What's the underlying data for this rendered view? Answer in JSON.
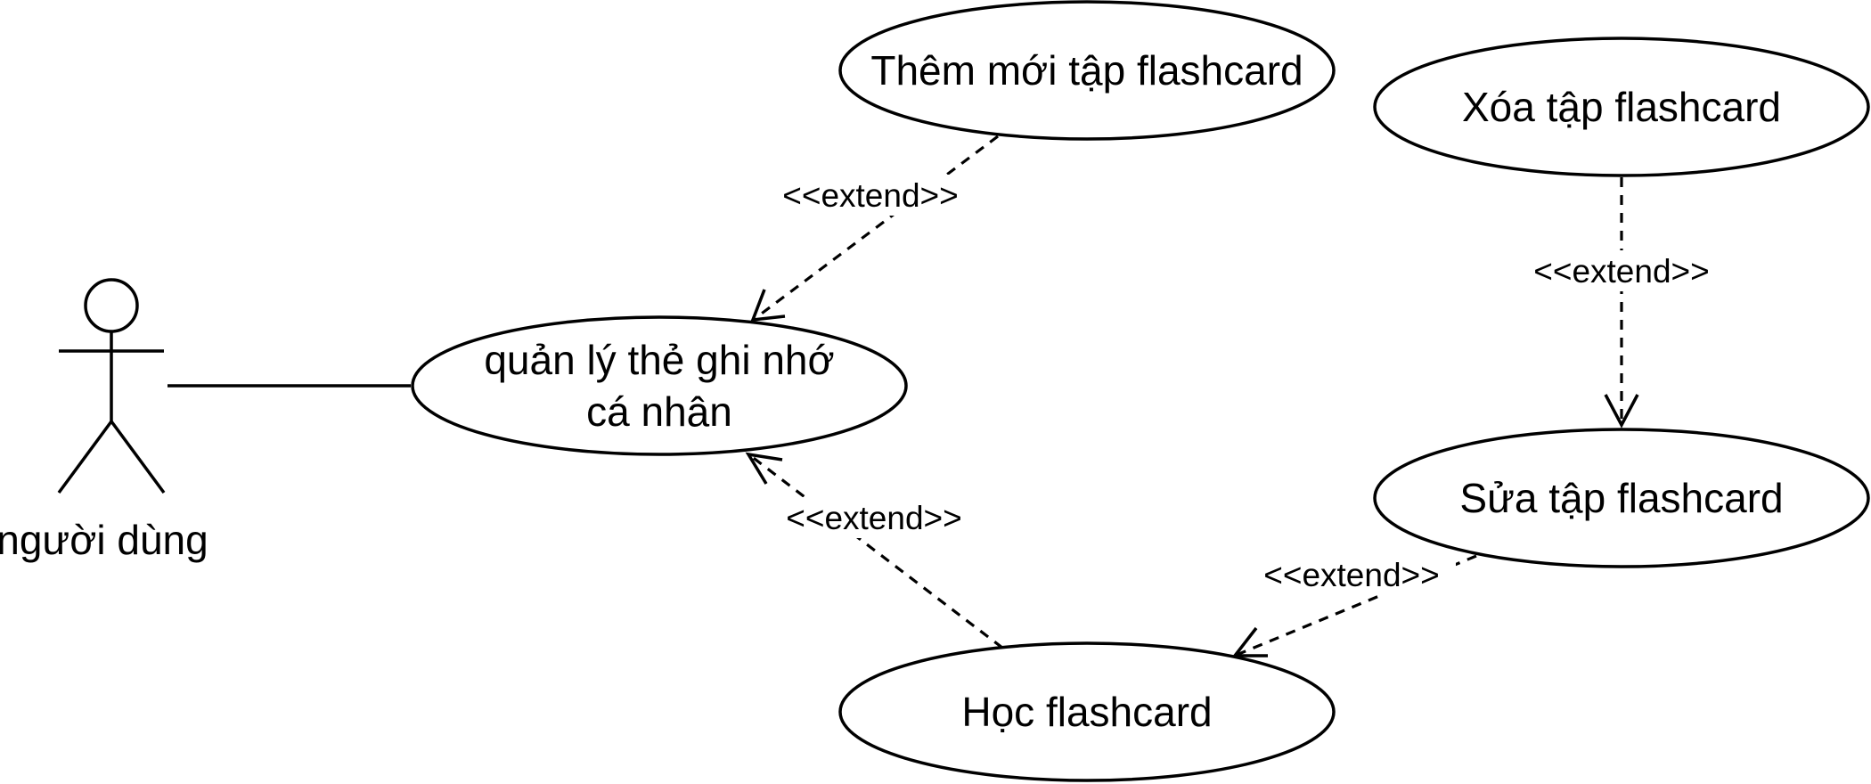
{
  "actor": {
    "name": "người dùng"
  },
  "use_cases": {
    "manage": {
      "lines": [
        "quản lý thẻ ghi nhớ",
        "cá nhân"
      ]
    },
    "add": {
      "label": "Thêm mới tập flashcard"
    },
    "delete": {
      "label": "Xóa tập flashcard"
    },
    "edit": {
      "label": "Sửa tập flashcard"
    },
    "study": {
      "label": "Học flashcard"
    }
  },
  "relations": {
    "add_to_manage": "<<extend>>",
    "study_to_manage": "<<extend>>",
    "delete_to_edit": "<<extend>>",
    "edit_to_study": "<<extend>>"
  }
}
